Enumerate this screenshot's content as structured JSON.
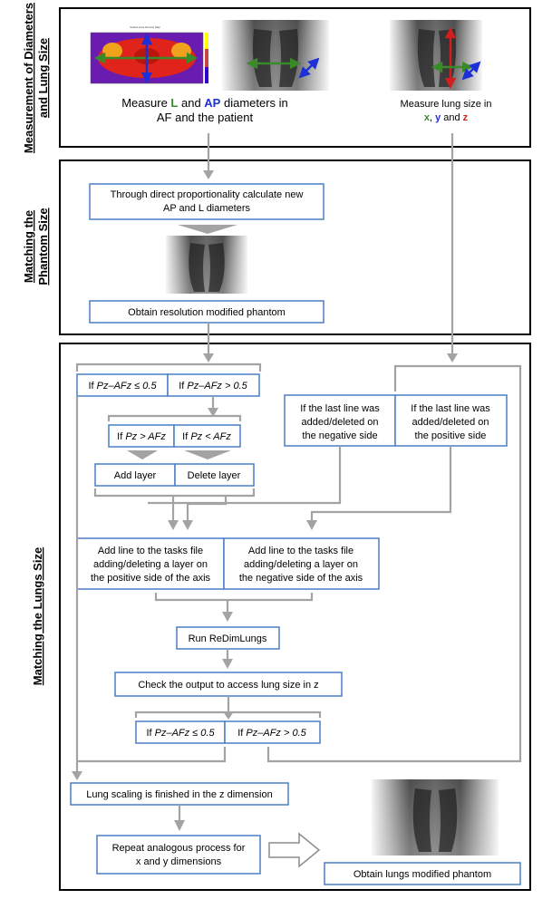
{
  "sections": {
    "measurement": {
      "label_line1": "Measurement of Diameters",
      "label_line2": "and Lung Size",
      "caption_left": {
        "part1": "Measure ",
        "L": "L",
        "part2": " and ",
        "AP": "AP",
        "part3": " diameters in",
        "line2": "AF and the patient"
      },
      "caption_right": {
        "line1": "Measure lung size in",
        "x": "x",
        "sep1": ", ",
        "y": "y",
        "sep2": " and ",
        "z": "z"
      },
      "heatmap_title": "Scaled Area Density Map"
    },
    "phantom": {
      "label_line1": "Matching the",
      "label_line2": "Phantom Size",
      "step1_line1": "Through direct proportionality  calculate new",
      "step1_line2": "AP and L diameters",
      "step2": "Obtain resolution modified phantom"
    },
    "lungs": {
      "label": "Matching the Lungs Size",
      "cond1_left": {
        "pre": "If ",
        "expr": "Pz–AFz ≤ 0.5"
      },
      "cond1_right": {
        "pre": "If ",
        "expr": "Pz–AFz > 0.5"
      },
      "cond2_left": {
        "pre": "If ",
        "expr": "Pz > AFz"
      },
      "cond2_right": {
        "pre": "If ",
        "expr": "Pz < AFz"
      },
      "add_layer": "Add layer",
      "delete_layer": "Delete layer",
      "last_neg": [
        "If the last line was",
        "added/deleted on",
        "the negative side"
      ],
      "last_pos": [
        "If the last line was",
        "added/deleted on",
        "the positive side"
      ],
      "addline_pos": [
        "Add line to the tasks file",
        "adding/deleting a layer on",
        "the positive side of the axis"
      ],
      "addline_neg": [
        "Add line to the tasks file",
        "adding/deleting a layer on",
        "the negative side of the axis"
      ],
      "run": "Run ReDimLungs",
      "check": "Check the output to access lung size in z",
      "cond3_left": {
        "pre": "If ",
        "expr": "Pz–AFz ≤ 0.5"
      },
      "cond3_right": {
        "pre": "If ",
        "expr": "Pz–AFz > 0.5"
      },
      "finished": "Lung scaling is finished in the z dimension",
      "repeat_line1": "Repeat analogous process for",
      "repeat_line2": "x and y dimensions",
      "obtain": "Obtain lungs modified phantom"
    }
  },
  "colors": {
    "box_border": "#4a7ec4",
    "flow_line": "#a3a3a3",
    "label_green": "#3a8a2a",
    "label_blue": "#1d2fd6",
    "label_red": "#d21e1e",
    "panel_border": "#000000"
  }
}
